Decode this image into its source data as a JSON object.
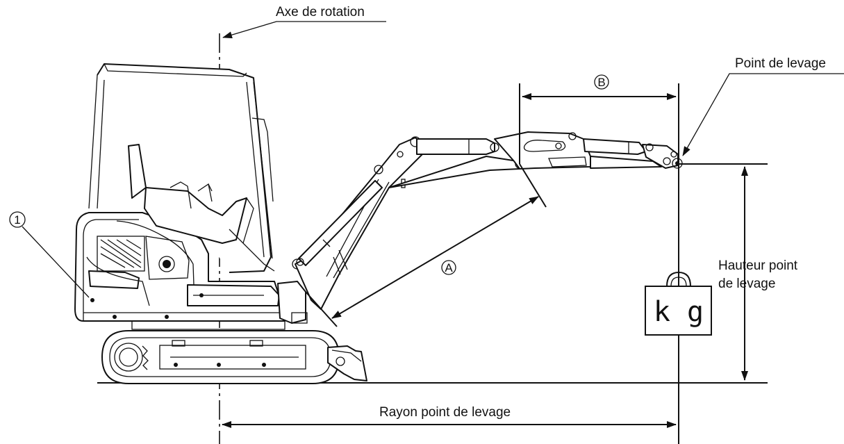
{
  "labels": {
    "axis_rotation": "Axe de rotation",
    "lifting_point": "Point de levage",
    "lifting_height": "Hauteur point",
    "lifting_height_2": "de levage",
    "lifting_radius": "Rayon point de levage",
    "load_unit": "k g",
    "marker_a": "A",
    "marker_b": "B",
    "marker_1": "1"
  },
  "colors": {
    "line": "#111111",
    "background": "#ffffff"
  }
}
